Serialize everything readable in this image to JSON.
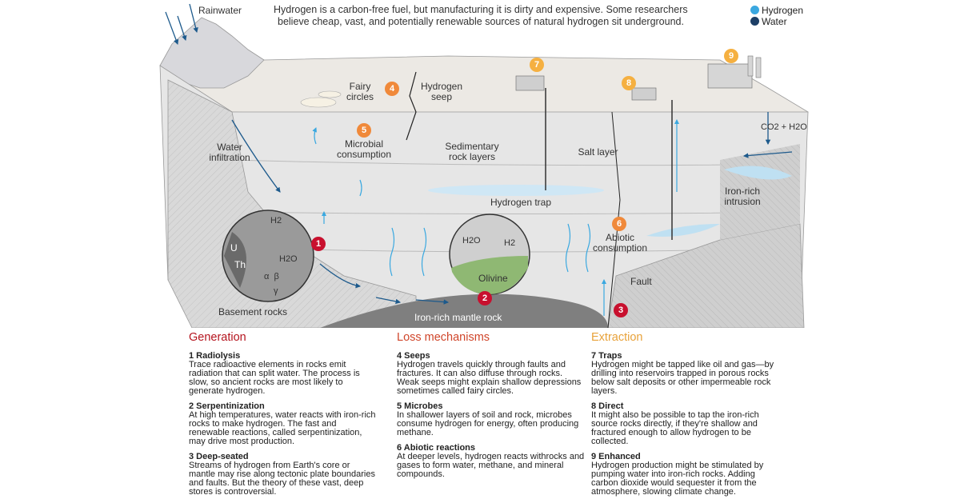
{
  "header": {
    "rainwater": "Rainwater",
    "subtitle_line1": "Hydrogen is a carbon-free fuel, but manufacturing it is dirty and expensive. Some researchers",
    "subtitle_line2": "believe cheap, vast, and potentially renewable sources of natural hydrogen sit underground."
  },
  "legend": {
    "items": [
      {
        "label": "Hydrogen",
        "color": "#3aa8e0"
      },
      {
        "label": "Water",
        "color": "#1d3f66"
      }
    ]
  },
  "diagram": {
    "labels": {
      "fairy_circles": "Fairy circles",
      "hydrogen_seep": "Hydrogen seep",
      "microbial_consumption": "Microbial consumption",
      "sedimentary": "Sedimentary rock layers",
      "salt_layer": "Salt layer",
      "water_infiltration": "Water infiltration",
      "hydrogen_trap": "Hydrogen trap",
      "iron_rich_intrusion": "Iron-rich intrusion",
      "abiotic_consumption": "Abiotic consumption",
      "fault": "Fault",
      "basement_rocks": "Basement rocks",
      "iron_rich_mantle": "Iron-rich mantle rock",
      "co2_h2o": "CO2 + H2O",
      "olivine": "Olivine",
      "u": "U",
      "th": "Th",
      "alpha_beta": "α  β",
      "gamma": "γ",
      "h2o": "H2O",
      "h2": "H2"
    },
    "markers": {
      "m1": "1",
      "m2": "2",
      "m3": "3",
      "m4": "4",
      "m5": "5",
      "m6": "6",
      "m7": "7",
      "m8": "8",
      "m9": "9"
    }
  },
  "sections": [
    {
      "heading": "Generation",
      "color": "#b5141e",
      "items": [
        {
          "title": "1 Radiolysis",
          "text": "Trace radioactive elements in rocks emit radiation that can split water. The process is slow, so ancient rocks are most likely to generate hydrogen."
        },
        {
          "title": "2 Serpentinization",
          "text": "At high temperatures, water reacts with iron-rich rocks to make hydrogen. The fast and renewable reactions, called serpentinization, may drive most production."
        },
        {
          "title": "3 Deep-seated",
          "text": "Streams of hydrogen from Earth's core or mantle may rise along tectonic plate boundaries and faults. But the theory of these vast, deep stores is controversial."
        }
      ]
    },
    {
      "heading": "Loss mechanisms",
      "color": "#d0452a",
      "items": [
        {
          "title": "4 Seeps",
          "text": "Hydrogen travels quickly through faults and fractures. It can also diffuse through rocks. Weak seeps might explain shallow depressions sometimes called fairy circles."
        },
        {
          "title": "5 Microbes",
          "text": "In shallower layers of soil and rock, microbes consume hydrogen for energy, often producing methane."
        },
        {
          "title": "6 Abiotic reactions",
          "text": "At deeper levels, hydrogen reacts withrocks and gases to form water, methane, and mineral compounds."
        }
      ]
    },
    {
      "heading": "Extraction",
      "color": "#e8a23a",
      "items": [
        {
          "title": "7 Traps",
          "text": "Hydrogen might be tapped like oil and gas—by drilling into reservoirs trapped in porous rocks below salt deposits or other impermeable rock layers."
        },
        {
          "title": "8 Direct",
          "text": "It might also be possible to tap the iron-rich source rocks directly, if they're shallow and fractured enough to allow hydrogen to be collected."
        },
        {
          "title": "9 Enhanced",
          "text": "Hydrogen production might be stimulated by pumping water into iron-rich rocks. Adding carbon dioxide would sequester it from the atmosphere, slowing climate change."
        }
      ]
    }
  ]
}
